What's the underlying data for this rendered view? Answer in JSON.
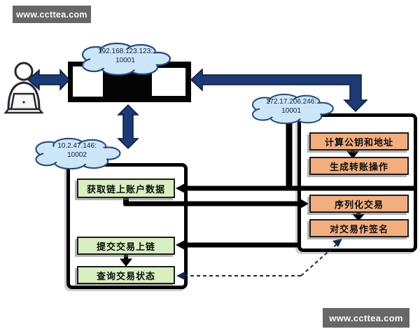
{
  "watermark": "www.ccttea.com",
  "clouds": {
    "top": {
      "line1": "192.168.123.123:",
      "line2": "10001"
    },
    "left": {
      "line1": "10.2.47.146:",
      "line2": "10002"
    },
    "right": {
      "line1": "172.17.206.246:",
      "line2": "10001"
    }
  },
  "node_panel": {
    "steps": [
      "获取链上账户数据",
      "提交交易上链",
      "查询交易状态"
    ]
  },
  "wallet_panel": {
    "steps": [
      "计算公钥和地址",
      "生成转账操作",
      "序列化交易",
      "对交易作签名"
    ]
  },
  "colors": {
    "cloud_fill": "#cde6f7",
    "arrow_blue": "#1d3a75",
    "step_green": "#d9efc2",
    "step_orange": "#f3ae80",
    "watermark_bg": "#676767"
  }
}
